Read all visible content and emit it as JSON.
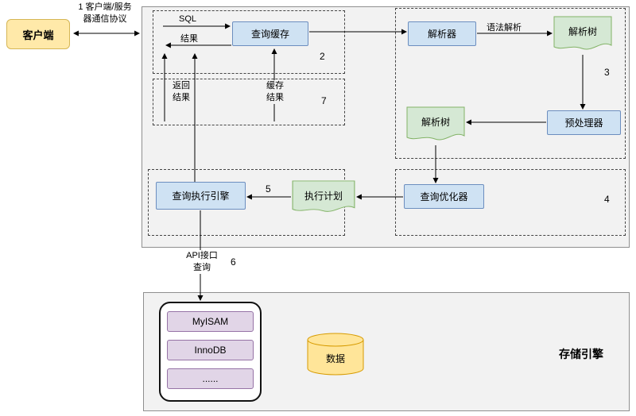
{
  "client": {
    "label": "客户端"
  },
  "protocol": {
    "line1": "1 客户端/服务",
    "line2": "器通信协议"
  },
  "cache_section": {
    "sql": "SQL",
    "result": "结果",
    "cache": "查询缓存",
    "step": "2"
  },
  "feedback_section": {
    "return1": "返回",
    "return2": "结果",
    "cache1": "缓存",
    "cache2": "结果",
    "step": "7"
  },
  "parse_section": {
    "parser": "解析器",
    "syntax": "语法解析",
    "tree1": "解析树",
    "preprocessor": "预处理器",
    "tree2": "解析树",
    "step": "3"
  },
  "optimize_section": {
    "optimizer": "查询优化器",
    "step": "4"
  },
  "plan": {
    "label": "执行计划",
    "step": "5"
  },
  "engine": {
    "label": "查询执行引擎"
  },
  "api": {
    "line1": "API接口",
    "line2": "查询",
    "step": "6"
  },
  "storage": {
    "title": "存储引擎",
    "engines": [
      "MyISAM",
      "InnoDB",
      "......"
    ],
    "data": "数据"
  },
  "colors": {
    "box_blue": "#cfe2f3",
    "doc_green": "#d5e8d4",
    "engine_purple": "#e1d5e7",
    "client_yellow": "#ffe9a9",
    "cylinder_yellow": "#ffe599",
    "container_gray": "#f2f2f2"
  }
}
